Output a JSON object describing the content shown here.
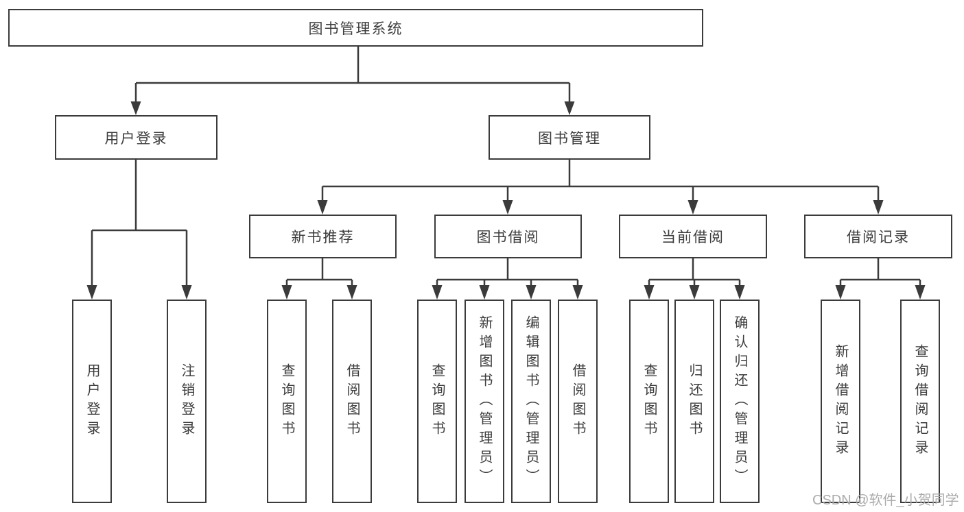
{
  "diagram_title": "图书管理系统",
  "tree": {
    "root": {
      "label": "图书管理系统",
      "children": [
        {
          "label": "用户登录",
          "children": [
            {
              "label": "用户登录"
            },
            {
              "label": "注销登录"
            }
          ]
        },
        {
          "label": "图书管理",
          "children": [
            {
              "label": "新书推荐",
              "children": [
                {
                  "label": "查询图书"
                },
                {
                  "label": "借阅图书"
                }
              ]
            },
            {
              "label": "图书借阅",
              "children": [
                {
                  "label": "查询图书"
                },
                {
                  "label": "新增图书（管理员）"
                },
                {
                  "label": "编辑图书（管理员）"
                },
                {
                  "label": "借阅图书"
                }
              ]
            },
            {
              "label": "当前借阅",
              "children": [
                {
                  "label": "查询图书"
                },
                {
                  "label": "归还图书"
                },
                {
                  "label": "确认归还（管理员）"
                }
              ]
            },
            {
              "label": "借阅记录",
              "children": [
                {
                  "label": "新增借阅记录"
                },
                {
                  "label": "查询借阅记录"
                }
              ]
            }
          ]
        }
      ]
    }
  },
  "watermark": {
    "text": "CSDN @软件_小贺同学",
    "color": "#ababab"
  },
  "colors": {
    "line": "#3b3b3b",
    "text": "#3d3d3d",
    "box_background": "#ffffff"
  }
}
